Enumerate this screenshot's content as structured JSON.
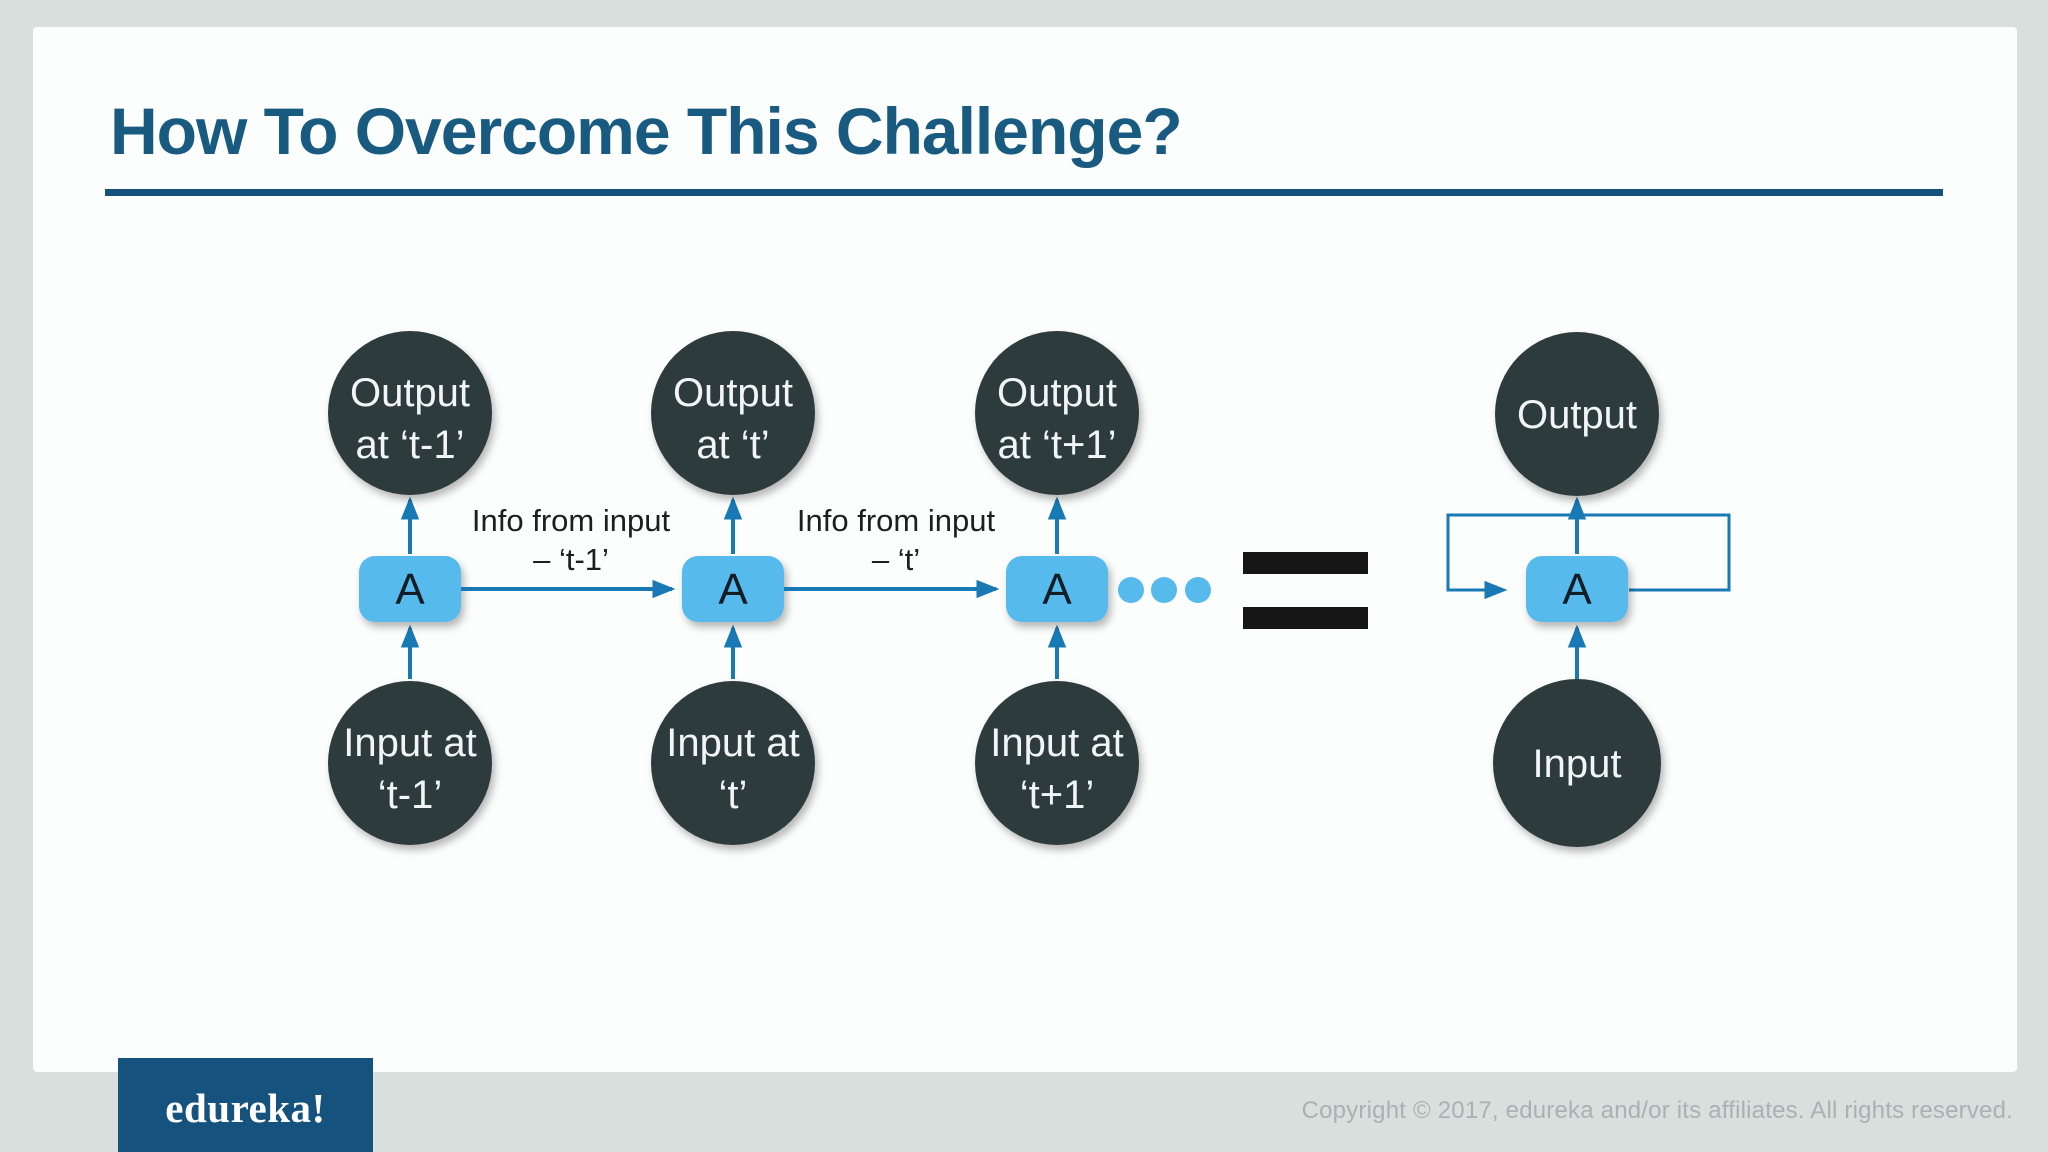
{
  "title": "How To Overcome This Challenge?",
  "diagram": {
    "unrolled_columns": [
      {
        "output": [
          "Output",
          "at ‘t-1’"
        ],
        "unit": "A",
        "input": [
          "Input at",
          "‘t-1’"
        ]
      },
      {
        "output": [
          "Output",
          "at ‘t’"
        ],
        "unit": "A",
        "input": [
          "Input at",
          "‘t’"
        ]
      },
      {
        "output": [
          "Output",
          "at ‘t+1’"
        ],
        "unit": "A",
        "input": [
          "Input at",
          "‘t+1’"
        ]
      }
    ],
    "transition_labels": [
      {
        "line1": "Info from input",
        "line2": "– ‘t-1’"
      },
      {
        "line1": "Info from input",
        "line2": "– ‘t’"
      }
    ],
    "ellipsis_dot_count": 3,
    "rolled_unit": {
      "output": "Output",
      "unit": "A",
      "input": "Input"
    },
    "colors": {
      "node_dark": "#2e3a3d",
      "unit_blue": "#56baec",
      "arrow_blue": "#1879b4",
      "equals_black": "#161616",
      "title_blue": "#185a80"
    }
  },
  "footer": {
    "logo_text": "edureka!",
    "copyright": "Copyright © 2017, edureka and/or its affiliates. All rights reserved."
  }
}
